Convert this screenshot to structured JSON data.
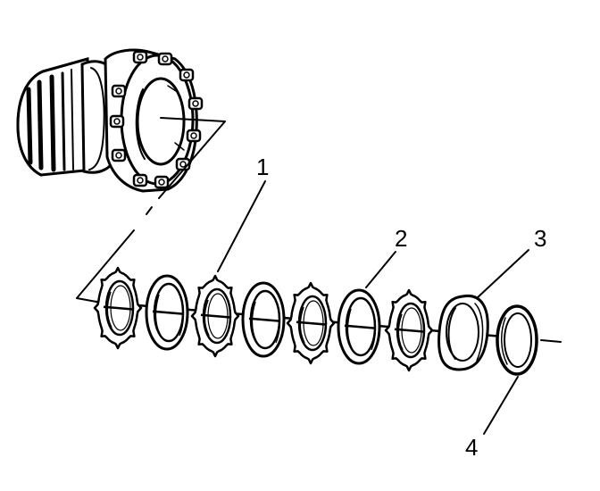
{
  "diagram": {
    "callouts": [
      {
        "id": "1",
        "label": "1"
      },
      {
        "id": "2",
        "label": "2"
      },
      {
        "id": "3",
        "label": "3"
      },
      {
        "id": "4",
        "label": "4"
      }
    ],
    "parts": {
      "housing": "differential-case-housing",
      "plates": [
        "friction-plate",
        "steel-plate",
        "friction-plate",
        "steel-plate",
        "friction-plate",
        "steel-plate",
        "friction-plate"
      ],
      "ring": "retainer-ring",
      "snap_ring": "snap-ring"
    },
    "colors": {
      "ink": "#000000",
      "paper": "#ffffff"
    }
  }
}
